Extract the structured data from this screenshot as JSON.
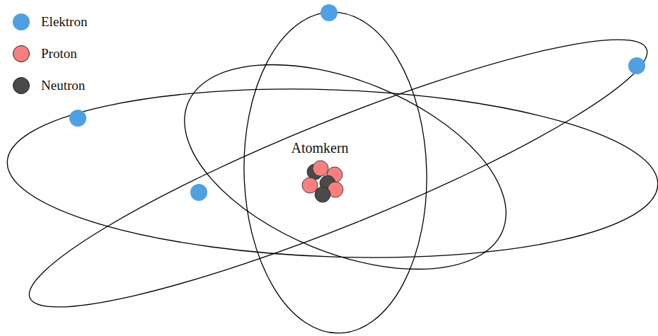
{
  "diagram": {
    "labels": [
      "Atomkern"
    ],
    "legend": [
      {
        "text": "Elektron",
        "color": "#4fa0e2"
      },
      {
        "text": "Proton",
        "color": "#f77f7f"
      },
      {
        "text": "Neutron",
        "color": "#4a4a4a"
      }
    ]
  }
}
